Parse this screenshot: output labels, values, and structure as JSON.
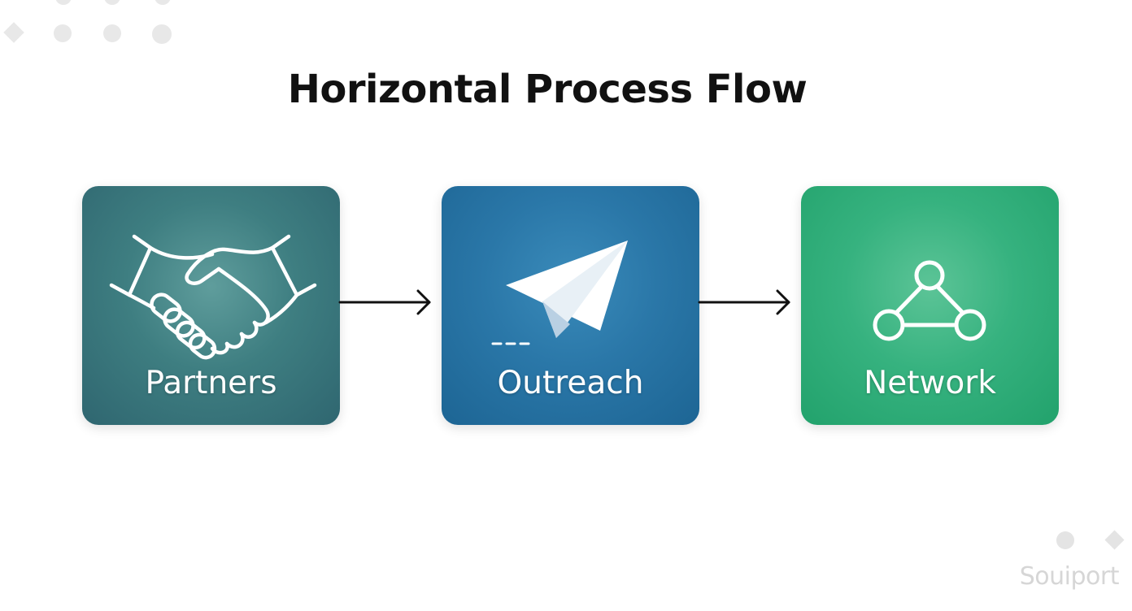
{
  "title": "Horizontal Process Flow",
  "steps": [
    {
      "label": "Partners",
      "icon": "handshake-icon",
      "color": "#3e7e81"
    },
    {
      "label": "Outreach",
      "icon": "paper-plane-icon",
      "color": "#2a77a8"
    },
    {
      "label": "Network",
      "icon": "network-nodes-icon",
      "color": "#36b27f"
    }
  ],
  "connectors": [
    "arrow-right-icon",
    "arrow-right-icon"
  ],
  "watermark": "Souiport"
}
